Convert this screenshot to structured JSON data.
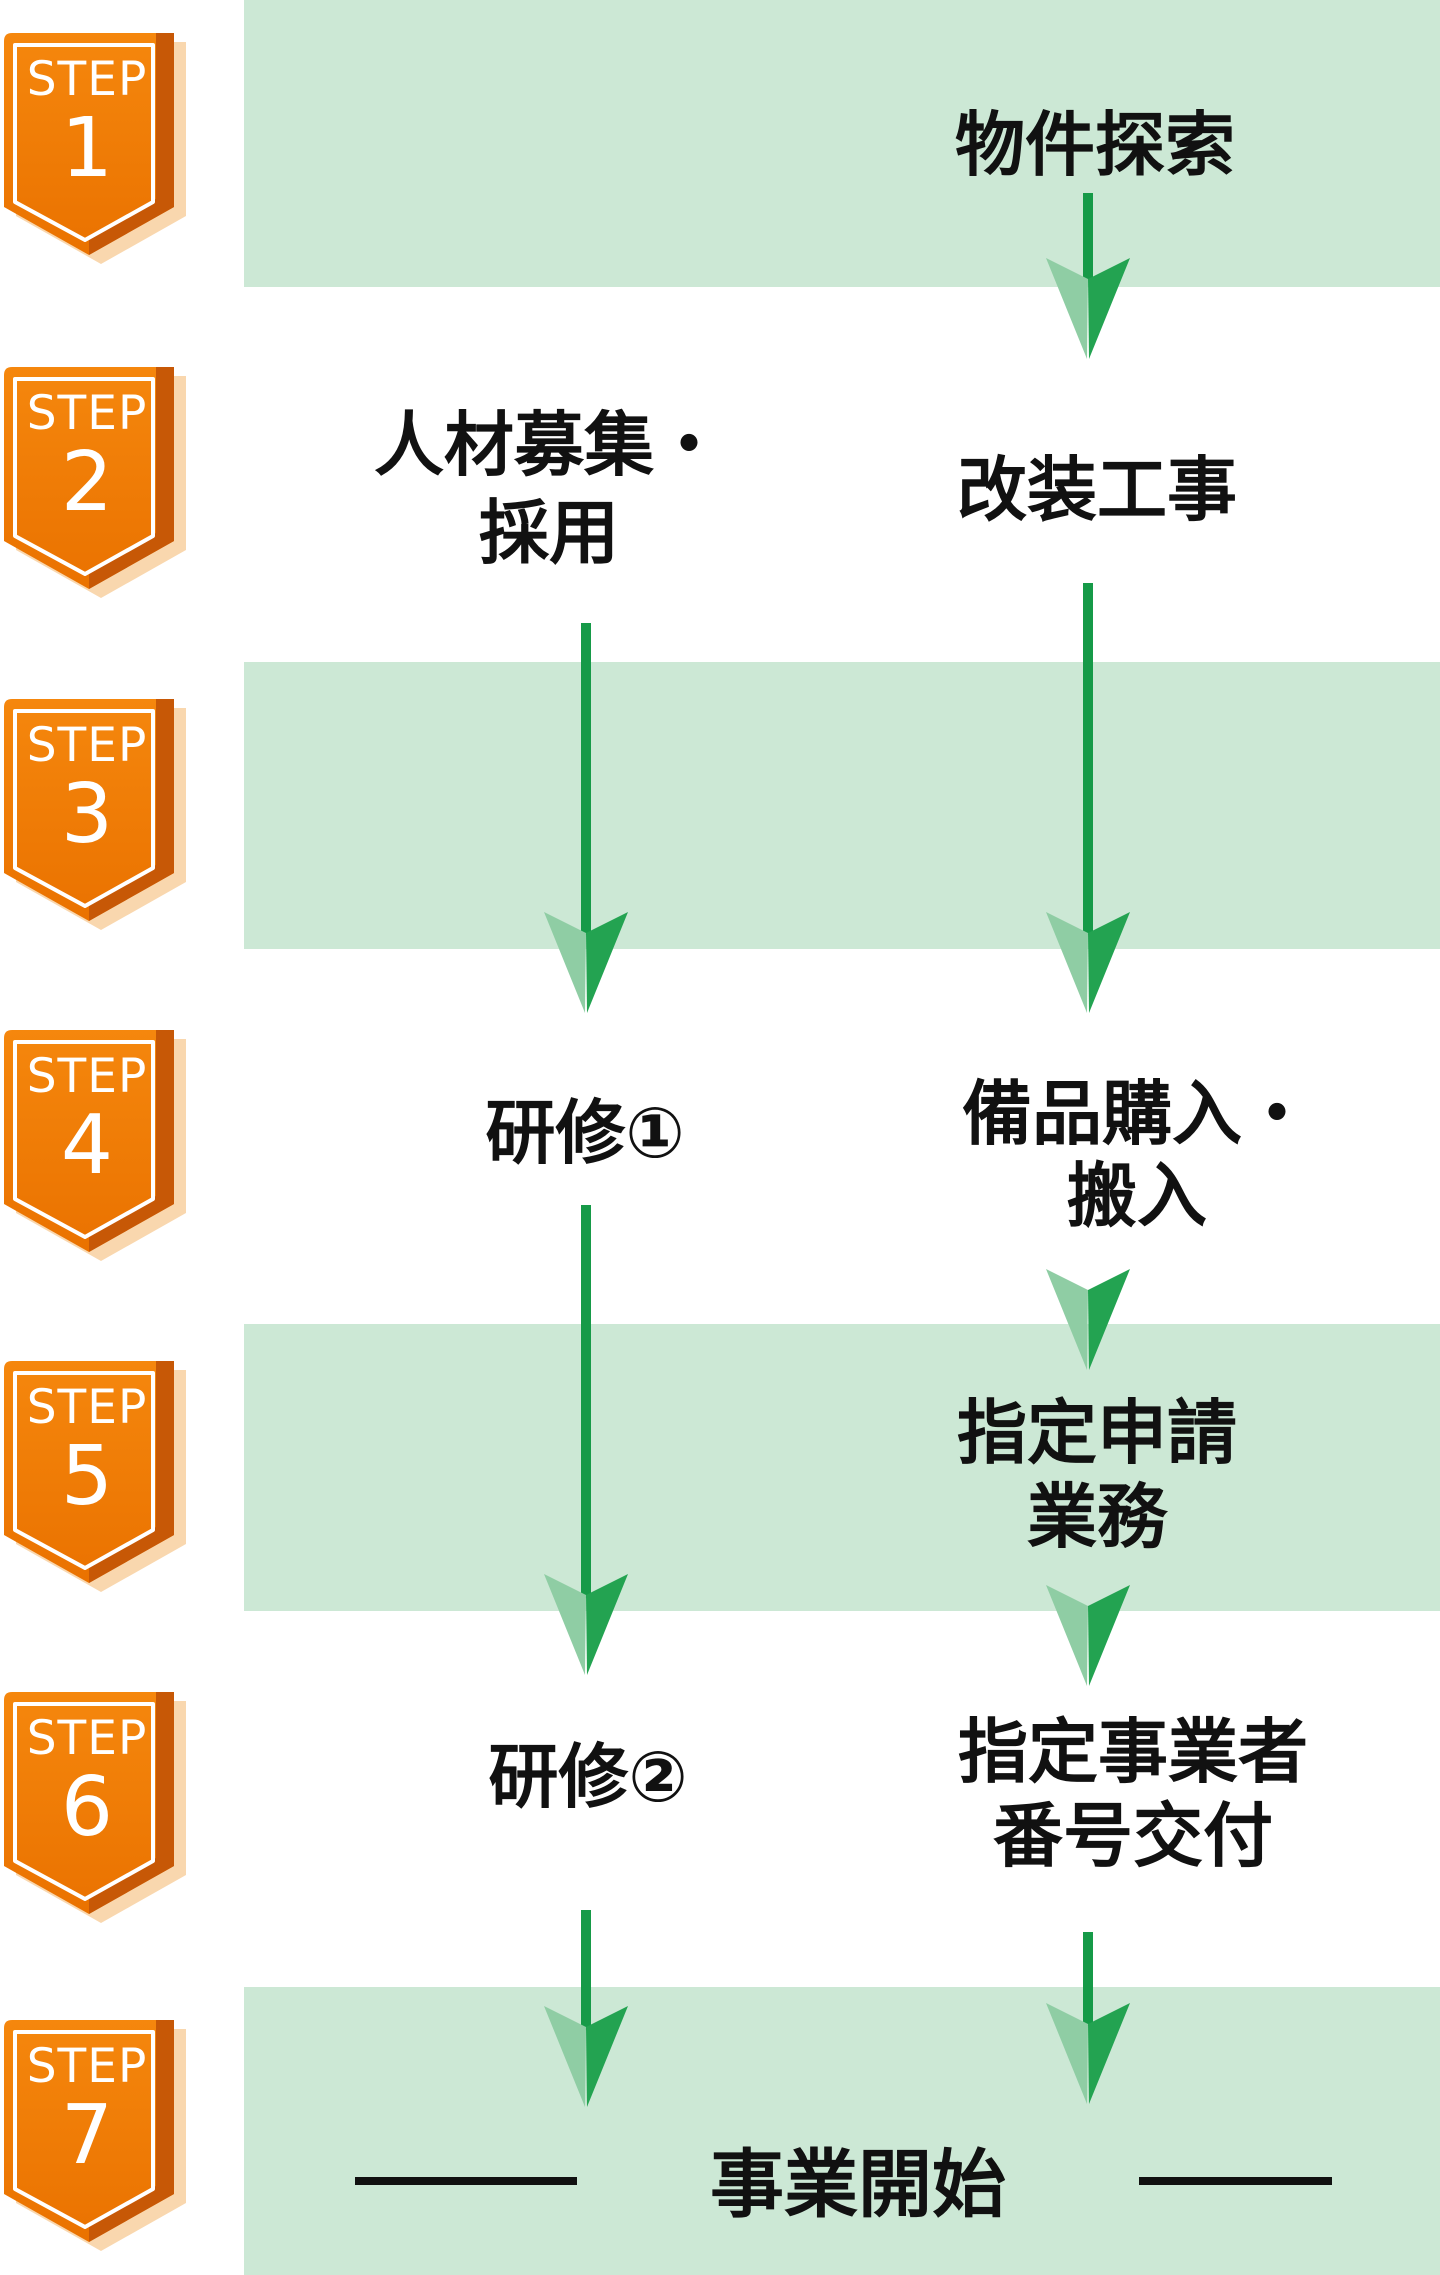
{
  "steps": [
    {
      "label": "STEP",
      "number": "1"
    },
    {
      "label": "STEP",
      "number": "2"
    },
    {
      "label": "STEP",
      "number": "3"
    },
    {
      "label": "STEP",
      "number": "4"
    },
    {
      "label": "STEP",
      "number": "5"
    },
    {
      "label": "STEP",
      "number": "6"
    },
    {
      "label": "STEP",
      "number": "7"
    }
  ],
  "flow": {
    "right_track": {
      "property_search": {
        "label": "物件探索"
      },
      "renovation": {
        "label": "改装工事"
      },
      "equipment": {
        "line1": "備品購入・",
        "line2": "搬入"
      },
      "application": {
        "line1": "指定申請",
        "line2": "業務"
      },
      "number_issue": {
        "line1": "指定事業者",
        "line2": "番号交付"
      }
    },
    "left_track": {
      "recruit": {
        "line1": "人材募集・",
        "line2": "採用"
      },
      "training1": {
        "label": "研修①"
      },
      "training2": {
        "label": "研修②"
      }
    },
    "goal": {
      "label": "事業開始"
    }
  },
  "colors": {
    "band": "#cce8d5",
    "stem": "#169a48",
    "arrow_dark": "#23a351",
    "arrow_light": "#8fcda4",
    "badge_orange_top": "#f5870d",
    "badge_orange_bottom": "#ea7200",
    "badge_fold": "#c75806",
    "badge_shadow": "#f9d7ae",
    "badge_text": "#ffffff",
    "text": "#111111"
  }
}
